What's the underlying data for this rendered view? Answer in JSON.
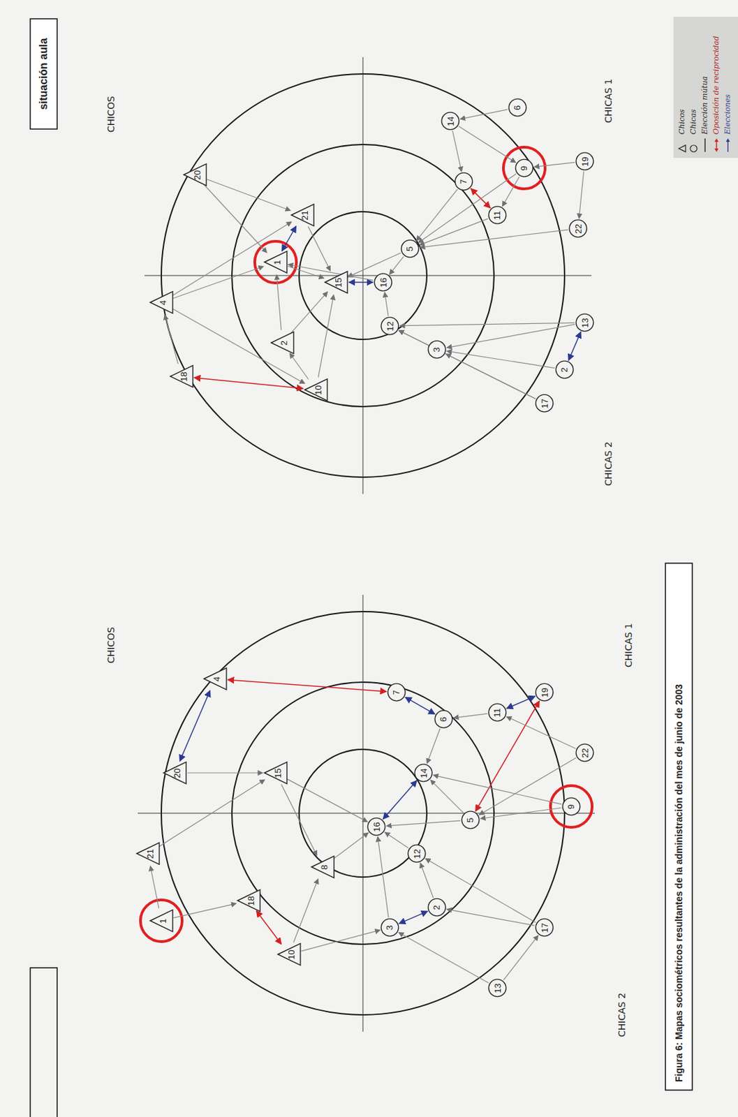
{
  "diagram": {
    "caption": "Figura 6: Mapas sociométricos resultantes de la administración del mes de junio de 2003",
    "nodes": [
      {
        "text": [
          "4"
        ]
      },
      {
        "text": [
          "18"
        ]
      },
      {
        "text": [
          "20"
        ]
      },
      {
        "text": [
          "1"
        ]
      },
      {
        "text": [
          "21"
        ]
      },
      {
        "text": [
          "2"
        ]
      },
      {
        "text": [
          "10"
        ]
      },
      {
        "text": [
          "15"
        ]
      },
      {
        "text": [
          "16"
        ]
      },
      {
        "text": [
          "12"
        ]
      },
      {
        "text": [
          "5"
        ]
      },
      {
        "text": [
          "3"
        ]
      },
      {
        "text": [
          "7"
        ]
      },
      {
        "text": [
          "11"
        ]
      },
      {
        "text": [
          "14"
        ]
      },
      {
        "text": [
          "6"
        ]
      },
      {
        "text": [
          "9"
        ]
      },
      {
        "text": [
          "22"
        ]
      },
      {
        "text": [
          "19"
        ]
      },
      {
        "text": [
          "17"
        ]
      },
      {
        "text": [
          "13"
        ]
      },
      {
        "text": [
          "2"
        ]
      },
      {
        "text": [
          "4"
        ]
      },
      {
        "text": [
          "20"
        ]
      },
      {
        "text": [
          "21"
        ]
      },
      {
        "text": [
          "1"
        ]
      },
      {
        "text": [
          "18"
        ]
      },
      {
        "text": [
          "10"
        ]
      },
      {
        "text": [
          "15"
        ]
      },
      {
        "text": [
          "8"
        ]
      },
      {
        "text": [
          "16"
        ]
      },
      {
        "text": [
          "14"
        ]
      },
      {
        "text": [
          "12"
        ]
      },
      {
        "text": [
          "5"
        ]
      },
      {
        "text": [
          "6"
        ]
      },
      {
        "text": [
          "7"
        ]
      },
      {
        "text": [
          "11"
        ]
      },
      {
        "text": [
          "19"
        ]
      },
      {
        "text": [
          "22"
        ]
      },
      {
        "text": [
          "9"
        ]
      },
      {
        "text": [
          "3"
        ]
      },
      {
        "text": [
          "2"
        ]
      },
      {
        "text": [
          "17"
        ]
      },
      {
        "text": [
          "13"
        ]
      }
    ],
    "edges": [
      {
        "from": 2,
        "to": 4,
        "arrow": "to"
      },
      {
        "from": 0,
        "to": 4,
        "arrow": "to"
      },
      {
        "from": 0,
        "to": 6,
        "arrow": "to"
      },
      {
        "from": 1,
        "to": 6,
        "arrow": "both"
      },
      {
        "from": 1,
        "to": 0,
        "arrow": "to"
      },
      {
        "from": 3,
        "to": 7,
        "arrow": "to"
      },
      {
        "from": 3,
        "to": 4,
        "arrow": "both"
      },
      {
        "from": 4,
        "to": 7,
        "arrow": "to"
      },
      {
        "from": 5,
        "to": 7,
        "arrow": "to"
      },
      {
        "from": 5,
        "to": 3,
        "arrow": "to"
      },
      {
        "from": 6,
        "to": 7,
        "arrow": "to"
      },
      {
        "from": 6,
        "to": 5,
        "arrow": "to"
      },
      {
        "from": 7,
        "to": 8,
        "arrow": "both"
      },
      {
        "from": 9,
        "to": 8,
        "arrow": "to"
      },
      {
        "from": 10,
        "to": 8,
        "arrow": "to"
      },
      {
        "from": 11,
        "to": 9,
        "arrow": "to"
      },
      {
        "from": 12,
        "to": 10,
        "arrow": "to"
      },
      {
        "from": 13,
        "to": 10,
        "arrow": "to"
      },
      {
        "from": 12,
        "to": 13,
        "arrow": "both"
      },
      {
        "from": 14,
        "to": 12,
        "arrow": "to"
      },
      {
        "from": 15,
        "to": 14,
        "arrow": "to"
      },
      {
        "from": 16,
        "to": 13,
        "arrow": "to"
      },
      {
        "from": 16,
        "to": 10,
        "arrow": "to"
      },
      {
        "from": 17,
        "to": 10,
        "arrow": "to"
      },
      {
        "from": 18,
        "to": 17,
        "arrow": "to"
      },
      {
        "from": 18,
        "to": 16,
        "arrow": "to"
      },
      {
        "from": 19,
        "to": 9,
        "arrow": "to"
      },
      {
        "from": 20,
        "to": 11,
        "arrow": "to"
      },
      {
        "from": 21,
        "to": 11,
        "arrow": "to"
      },
      {
        "from": 21,
        "to": 20,
        "arrow": "both"
      },
      {
        "from": 20,
        "to": 9,
        "arrow": "to"
      },
      {
        "from": 19,
        "to": 11,
        "arrow": "to"
      },
      {
        "from": 14,
        "to": 16,
        "arrow": "to"
      },
      {
        "from": 10,
        "to": 7,
        "arrow": "to"
      },
      {
        "from": 8,
        "to": 3,
        "arrow": "to"
      },
      {
        "from": 2,
        "to": 3,
        "arrow": "to"
      },
      {
        "from": 0,
        "to": 3,
        "arrow": "to"
      },
      {
        "from": 22,
        "to": 23,
        "arrow": "both"
      },
      {
        "from": 23,
        "to": 28,
        "arrow": "to"
      },
      {
        "from": 24,
        "to": 28,
        "arrow": "to"
      },
      {
        "from": 25,
        "to": 24,
        "arrow": "to"
      },
      {
        "from": 25,
        "to": 26,
        "arrow": "to"
      },
      {
        "from": 26,
        "to": 27,
        "arrow": "both"
      },
      {
        "from": 27,
        "to": 29,
        "arrow": "to"
      },
      {
        "from": 28,
        "to": 29,
        "arrow": "to"
      },
      {
        "from": 22,
        "to": 35,
        "arrow": "both"
      },
      {
        "from": 29,
        "to": 30,
        "arrow": "to"
      },
      {
        "from": 28,
        "to": 30,
        "arrow": "to"
      },
      {
        "from": 31,
        "to": 30,
        "arrow": "both"
      },
      {
        "from": 32,
        "to": 30,
        "arrow": "to"
      },
      {
        "from": 33,
        "to": 31,
        "arrow": "to"
      },
      {
        "from": 34,
        "to": 31,
        "arrow": "to"
      },
      {
        "from": 35,
        "to": 34,
        "arrow": "both"
      },
      {
        "from": 36,
        "to": 34,
        "arrow": "to"
      },
      {
        "from": 37,
        "to": 36,
        "arrow": "both"
      },
      {
        "from": 37,
        "to": 33,
        "arrow": "both"
      },
      {
        "from": 38,
        "to": 36,
        "arrow": "to"
      },
      {
        "from": 38,
        "to": 33,
        "arrow": "to"
      },
      {
        "from": 39,
        "to": 31,
        "arrow": "to"
      },
      {
        "from": 39,
        "to": 33,
        "arrow": "to"
      },
      {
        "from": 40,
        "to": 30,
        "arrow": "to"
      },
      {
        "from": 41,
        "to": 32,
        "arrow": "to"
      },
      {
        "from": 41,
        "to": 40,
        "arrow": "both"
      },
      {
        "from": 42,
        "to": 32,
        "arrow": "to"
      },
      {
        "from": 42,
        "to": 41,
        "arrow": "to"
      },
      {
        "from": 43,
        "to": 42,
        "arrow": "to"
      },
      {
        "from": 43,
        "to": 40,
        "arrow": "to"
      },
      {
        "from": 33,
        "to": 30,
        "arrow": "to"
      },
      {
        "from": 27,
        "to": 40,
        "arrow": "to"
      }
    ],
    "labels": [
      "situación aula",
      "CHICOS",
      "CHICAS 1",
      "CHICAS 2",
      "CHICOS",
      "CHICAS 1",
      "CHICAS 2"
    ],
    "legend": [
      {
        "text": "Chicos"
      },
      {
        "text": "Chicas"
      },
      {
        "text": "Elección mútua"
      },
      {
        "text": "Oposición de reciprocidad"
      },
      {
        "text": "Elecciones"
      }
    ]
  }
}
